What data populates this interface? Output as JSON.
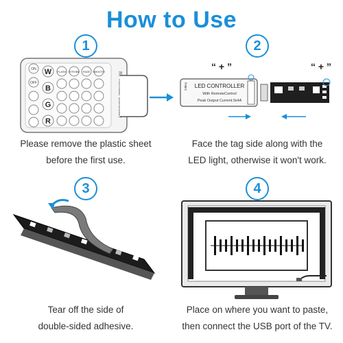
{
  "title": "How to Use",
  "steps": [
    {
      "number": "1",
      "lines": [
        "Please remove the plastic sheet",
        "before the first use."
      ]
    },
    {
      "number": "2",
      "lines": [
        "Face the tag side along with the",
        "LED light, otherwise it won't work."
      ]
    },
    {
      "number": "3",
      "lines": [
        "Tear off the side of",
        "double-sided adhesive."
      ]
    },
    {
      "number": "4",
      "lines": [
        "Place on where you want to paste,",
        "then connect the USB port of the TV."
      ]
    }
  ],
  "remote": {
    "side_label": "RF Remote Controller",
    "buttons": [
      "ON",
      "OFF",
      "W",
      "B",
      "G",
      "R",
      "FLASH",
      "STROBE",
      "FADE",
      "SMOOTH"
    ]
  },
  "controller": {
    "name": "LED CONTROLLER",
    "sub": "With RemoteControl",
    "output": "Peak Output Current:3x4A",
    "left_tag": "24key",
    "plus_label": "“ + ”"
  },
  "colors": {
    "accent": "#1a8fd8",
    "device_dark": "#2e2e2e"
  }
}
